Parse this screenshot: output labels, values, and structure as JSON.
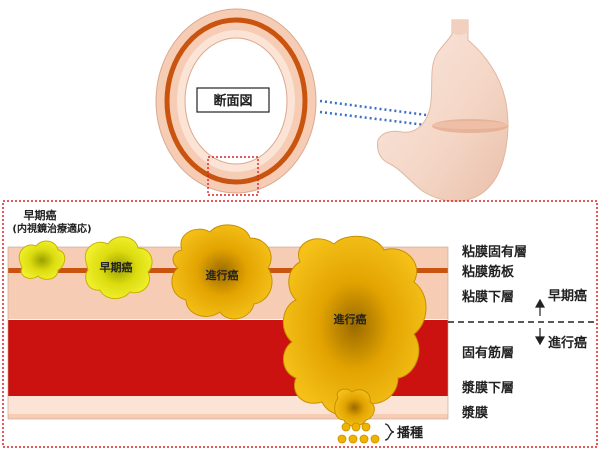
{
  "cross_section_label": "断面図",
  "early_cancer_note": {
    "title": "早期癌",
    "subtitle": "(内視鏡治療適応)"
  },
  "tumors": [
    {
      "label": "早期癌"
    },
    {
      "label": "進行癌"
    },
    {
      "label": "進行癌"
    }
  ],
  "layers": [
    {
      "label": "粘膜固有層"
    },
    {
      "label": "粘膜筋板"
    },
    {
      "label": "粘膜下層"
    },
    {
      "label": "固有筋層"
    },
    {
      "label": "漿膜下層"
    },
    {
      "label": "漿膜"
    }
  ],
  "depth_divider": {
    "upper_label": "早期癌",
    "lower_label": "進行癌"
  },
  "dissemination_label": "播種",
  "colors": {
    "mucosa": "#f6cdb4",
    "muscularis_mucosae": "#c9540f",
    "muscularis_propria": "#cc1111",
    "subserosa": "#fbe3d5",
    "tumor": "#f0b300",
    "early_tumor": "#e8e600",
    "highlight_box": "#e02020",
    "connector": "#3a6fc4"
  }
}
